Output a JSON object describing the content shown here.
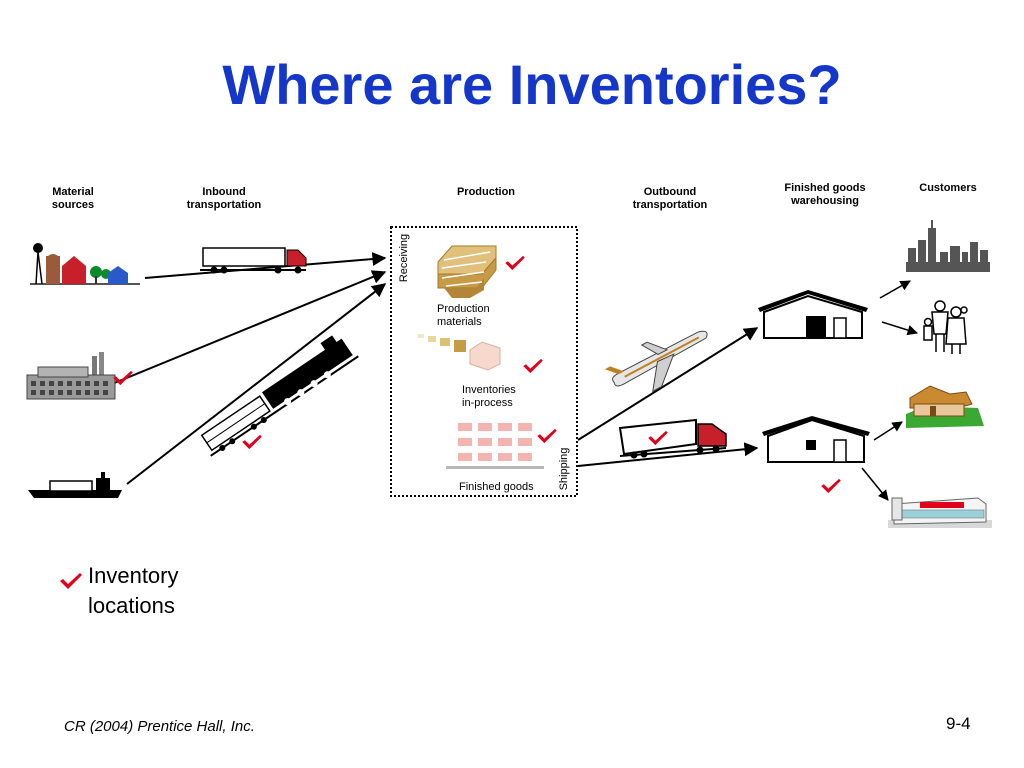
{
  "title": "Where are Inventories?",
  "stages": {
    "material_sources": "Material\nsources",
    "inbound_transportation": "Inbound\ntransportation",
    "production": "Production",
    "outbound_transportation": "Outbound\ntransportation",
    "finished_goods_warehousing": "Finished goods\nwarehousing",
    "customers": "Customers"
  },
  "production_box": {
    "receiving": "Receiving",
    "shipping": "Shipping",
    "production_materials": "Production\nmaterials",
    "inventories_in_process": "Inventories\nin-process",
    "finished_goods": "Finished goods"
  },
  "legend": {
    "text": "Inventory\nlocations",
    "check_color": "#e0001a"
  },
  "footer": {
    "credit": "CR (2004) Prentice Hall, Inc.",
    "page": "9-4"
  },
  "colors": {
    "title": "#1537c9",
    "check": "#e0001a"
  }
}
